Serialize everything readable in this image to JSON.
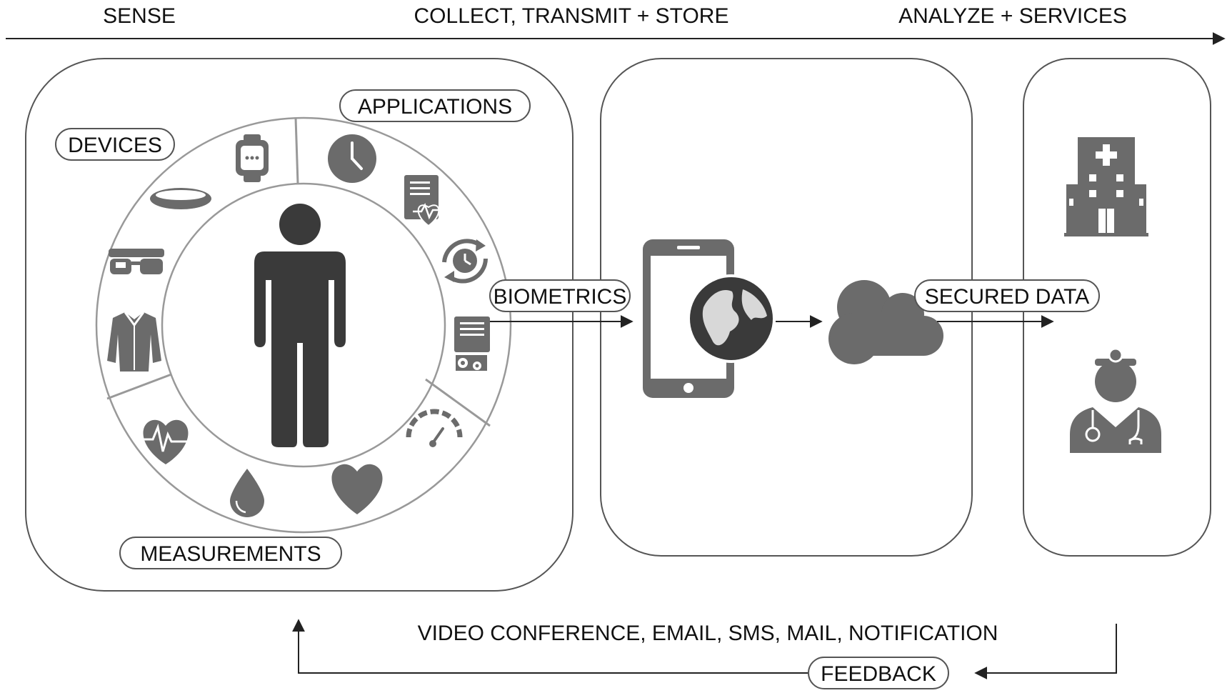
{
  "stages": {
    "sense": "SENSE",
    "collect": "COLLECT, TRANSMIT + STORE",
    "analyze": "ANALYZE + SERVICES"
  },
  "sense_panel": {
    "devices_label": "DEVICES",
    "applications_label": "APPLICATIONS",
    "measurements_label": "MEASUREMENTS",
    "devices_icons": [
      "smartwatch-icon",
      "fitness-band-icon",
      "smart-glasses-icon",
      "smart-shirt-icon"
    ],
    "applications_icons": [
      "clock-icon",
      "health-report-icon",
      "sync-clock-icon",
      "data-settings-icon"
    ],
    "measurements_icons": [
      "gauge-icon",
      "heart-icon",
      "blood-drop-icon",
      "heart-rate-icon"
    ],
    "center_icon": "person-icon"
  },
  "flow": {
    "biometrics_label": "BIOMETRICS",
    "secured_data_label": "SECURED DATA"
  },
  "collect_panel": {
    "icons": [
      "smartphone-icon",
      "globe-icon",
      "cloud-icon"
    ]
  },
  "services_panel": {
    "icons": [
      "hospital-icon",
      "doctor-icon"
    ]
  },
  "feedback": {
    "channels": "VIDEO CONFERENCE, EMAIL, SMS, MAIL, NOTIFICATION",
    "label": "FEEDBACK"
  },
  "colors": {
    "icon_gray": "#6b6b6b",
    "icon_dark": "#3a3a3a",
    "outline": "#555555",
    "line": "#222222"
  }
}
